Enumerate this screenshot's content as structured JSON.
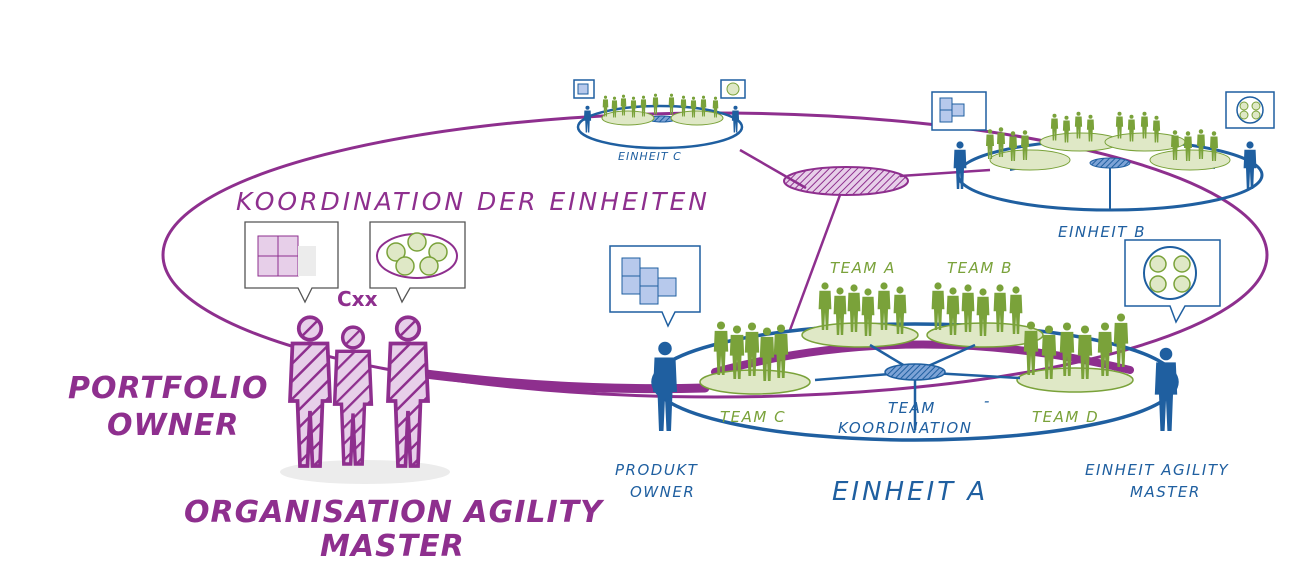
{
  "labels": {
    "portfolio_owner_line1": "PORTFOLIO",
    "portfolio_owner_line2": "OWNER",
    "org_agility_master_line1": "ORGANISATION AGILITY",
    "org_agility_master_line2": "MASTER",
    "cxx": "Cxx",
    "koordination_der_einheiten": "KOORDINATION DER EINHEITEN",
    "einheit_c": "EINHEIT C",
    "einheit_b": "EINHEIT B",
    "einheit_a": "EINHEIT A",
    "team_a": "TEAM A",
    "team_b": "TEAM B",
    "team_c": "TEAM C",
    "team_d": "TEAM D",
    "team_koordination_line1": "TEAM",
    "team_koordination_dash": "-",
    "team_koordination_line2": "KOORDINATION",
    "produkt_owner_line1": "PRODUKT",
    "produkt_owner_line2": "OWNER",
    "einheit_agility_master_line1": "EINHEIT AGILITY",
    "einheit_agility_master_line2": "MASTER"
  },
  "colors": {
    "purple": "#8e2f8e",
    "blue": "#1f5fa0",
    "green": "#7aa23a",
    "light_purple": "#d9bfe0",
    "light_blue": "#b7c9ec",
    "light_green": "#dfe8c6"
  },
  "icons": [
    "backlog-cube-icon",
    "team-circle-icon",
    "person-icon"
  ]
}
